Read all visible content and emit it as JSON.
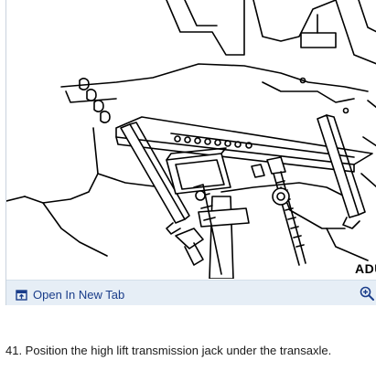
{
  "figure": {
    "code_label": "ADU"
  },
  "toolbar": {
    "open_tab_label": "Open In New Tab",
    "open_icon": "open-in-new-tab-icon",
    "zoom_icon": "zoom-in-icon"
  },
  "step": {
    "text": "41. Position the high lift transmission jack under the transaxle."
  }
}
